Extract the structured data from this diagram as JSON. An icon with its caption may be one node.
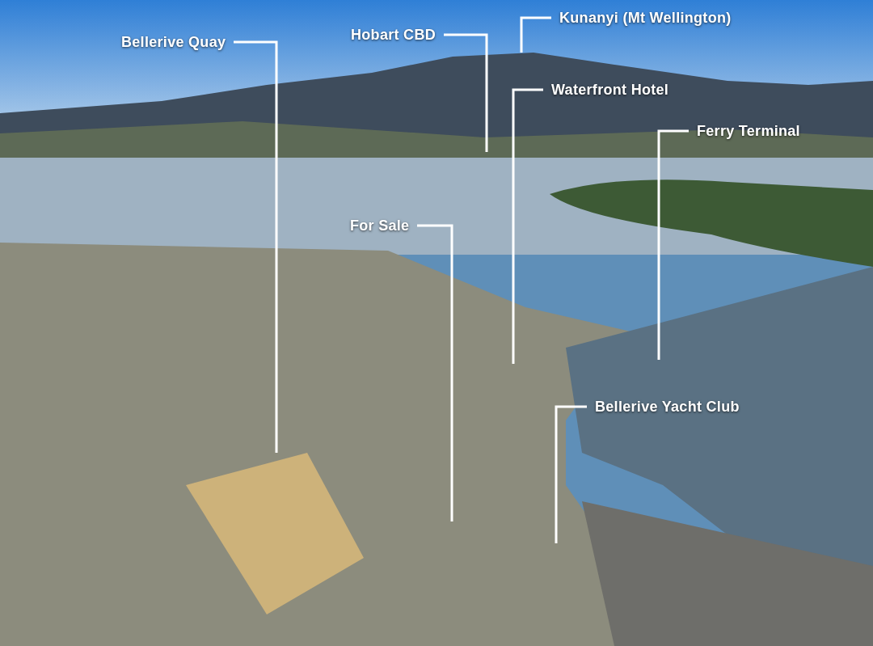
{
  "diagram": {
    "nodes": [
      {
        "text": [
          "Bellerive Quay"
        ]
      },
      {
        "text": [
          "Hobart CBD"
        ]
      },
      {
        "text": [
          "Kunanyi (Mt Wellington)"
        ]
      },
      {
        "text": [
          "Waterfront Hotel"
        ]
      },
      {
        "text": [
          "Ferry Terminal"
        ]
      },
      {
        "text": [
          "For Sale"
        ]
      },
      {
        "text": [
          "Bellerive Yacht Club"
        ]
      }
    ],
    "edges": [
      {
        "from": 0,
        "to": null,
        "arrow": "none"
      },
      {
        "from": 1,
        "to": null,
        "arrow": "none"
      },
      {
        "from": 2,
        "to": null,
        "arrow": "none"
      },
      {
        "from": 3,
        "to": null,
        "arrow": "none"
      },
      {
        "from": 4,
        "to": null,
        "arrow": "none"
      },
      {
        "from": 5,
        "to": null,
        "arrow": "none"
      },
      {
        "from": 6,
        "to": null,
        "arrow": "none"
      }
    ]
  }
}
